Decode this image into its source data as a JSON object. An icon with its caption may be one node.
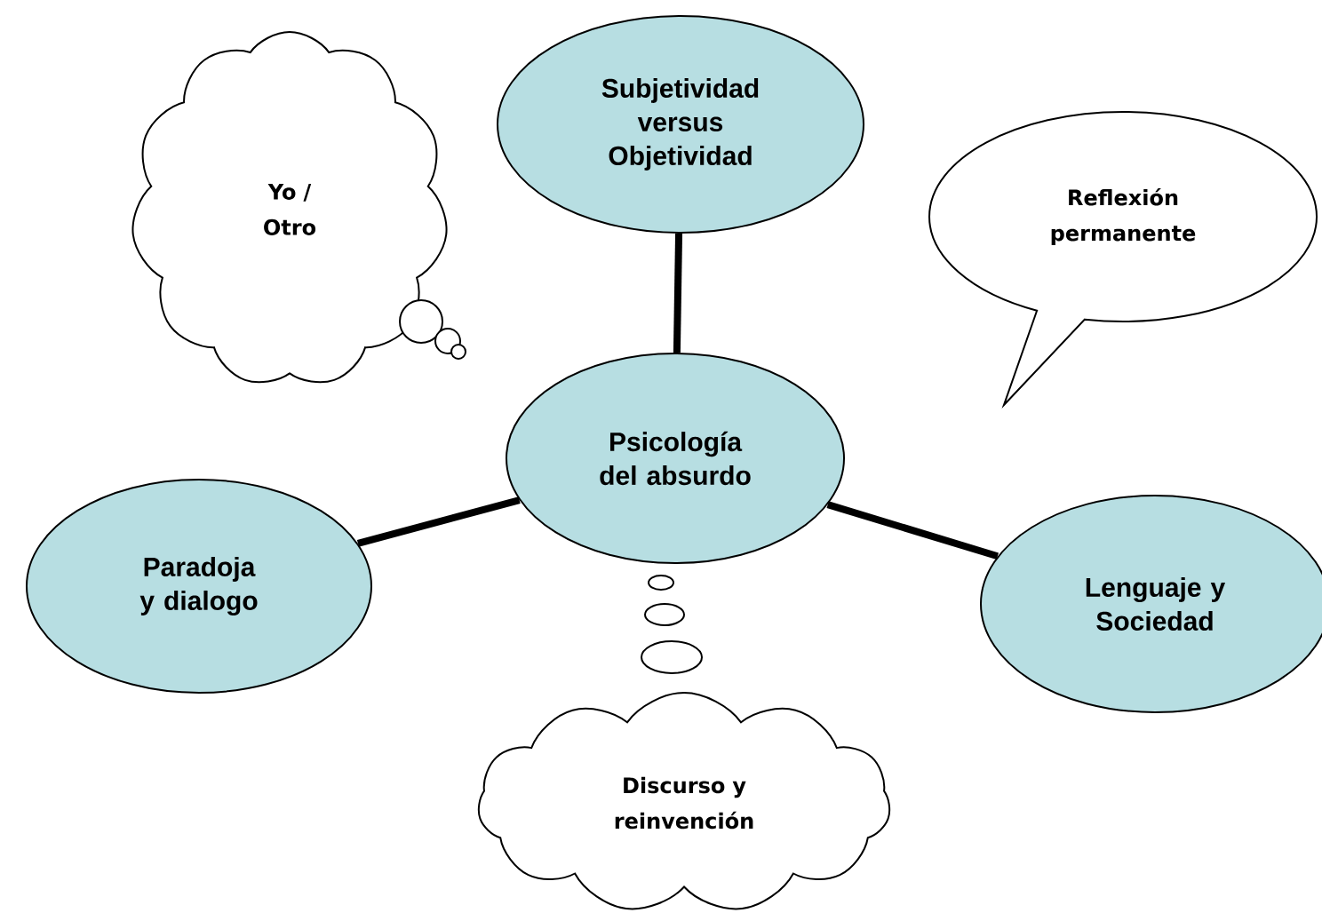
{
  "diagram": {
    "nodes": [
      {
        "text": [
          "Yo / Otro"
        ]
      },
      {
        "text": [
          "Subjetividad versus Objetividad"
        ]
      },
      {
        "text": [
          "Reflexión permanente"
        ]
      },
      {
        "text": [
          "Psicología del absurdo"
        ]
      },
      {
        "text": [
          "Paradoja y dialogo"
        ]
      },
      {
        "text": [
          "Lenguaje y Sociedad"
        ]
      },
      {
        "text": [
          "Discurso y reinvención"
        ]
      }
    ],
    "edges": [
      {
        "from": 1,
        "to": 3,
        "arrow": "none"
      },
      {
        "from": 4,
        "to": 3,
        "arrow": "none"
      },
      {
        "from": 3,
        "to": 5,
        "arrow": "none"
      }
    ]
  }
}
